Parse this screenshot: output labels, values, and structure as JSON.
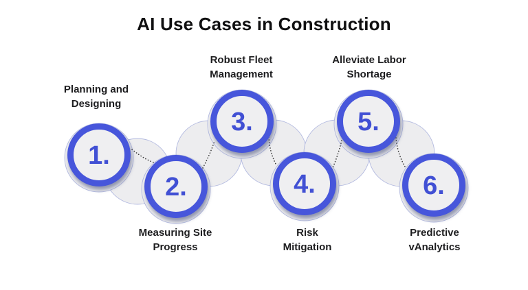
{
  "title": "AI Use Cases in Construction",
  "colors": {
    "accent_blue_ring": "#4756DB",
    "accent_blue_number": "#4150D4",
    "circle_fill": "#EFEFF1",
    "ribbon_fill": "#EDEDEF",
    "text_dark": "#1d1d1f",
    "title_color": "#0f0f10"
  },
  "steps": [
    {
      "number": "1.",
      "label_line1": "Planning and",
      "label_line2": "Designing"
    },
    {
      "number": "2.",
      "label_line1": "Measuring Site",
      "label_line2": "Progress"
    },
    {
      "number": "3.",
      "label_line1": "Robust Fleet",
      "label_line2": "Management"
    },
    {
      "number": "4.",
      "label_line1": "Risk",
      "label_line2": "Mitigation"
    },
    {
      "number": "5.",
      "label_line1": "Alleviate Labor",
      "label_line2": "Shortage"
    },
    {
      "number": "6.",
      "label_line1": "Predictive",
      "label_line2": "vAnalytics"
    }
  ]
}
